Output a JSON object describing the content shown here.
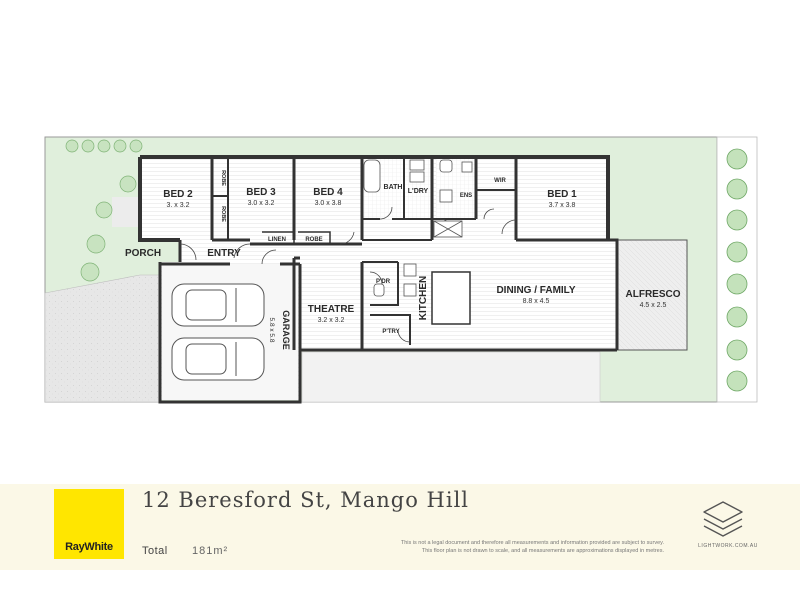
{
  "rooms": {
    "bed2": {
      "name": "BED 2",
      "size": "3. x 3.2"
    },
    "bed3": {
      "name": "BED 3",
      "size": "3.0 x 3.2"
    },
    "bed4": {
      "name": "BED 4",
      "size": "3.0 x 3.8"
    },
    "bed1": {
      "name": "BED 1",
      "size": "3.7 x 3.8"
    },
    "theatre": {
      "name": "THEATRE",
      "size": "3.2 x 3.2"
    },
    "dining": {
      "name": "DINING / FAMILY",
      "size": "8.8 x 4.5"
    },
    "alfresco": {
      "name": "ALFRESCO",
      "size": "4.5 x 2.5"
    },
    "garage": {
      "name": "GARAGE",
      "size": "5.8 x 5.8"
    },
    "porch": {
      "name": "PORCH"
    },
    "entry": {
      "name": "ENTRY"
    },
    "kitchen": {
      "name": "KITCHEN"
    },
    "bath": {
      "name": "BATH"
    },
    "laundry": {
      "name": "L'DRY"
    },
    "ensuite": {
      "name": "ENS"
    },
    "wir": {
      "name": "WIR"
    },
    "linen": {
      "name": "LINEN"
    },
    "robe_hall": {
      "name": "ROBE"
    },
    "robe_bed2": {
      "name": "ROBE"
    },
    "robe_bed3": {
      "name": "ROBE"
    },
    "powder": {
      "name": "P'DR"
    },
    "pantry": {
      "name": "P'TRY"
    }
  },
  "footer": {
    "address": "12 Beresford St, Mango Hill",
    "total_label": "Total",
    "total_value": "181m²",
    "disclaimer_line1": "This is not a legal document and therefore all measurements and information provided are subject to survey.",
    "disclaimer_line2": "This floor plan is not drawn to scale, and all measurements are approximations displayed in metres.",
    "agency_logo_text": "RayWhite",
    "brand_text": "LIGHTWORK.COM.AU"
  },
  "icons": [
    "car-icon",
    "tree-icon",
    "shrub-icon",
    "layers-icon"
  ],
  "colors": {
    "wall": "#333333",
    "lawn": "#dfeedd",
    "concrete": "#e4e4e4",
    "footer_bg": "#fbf8e7",
    "logo": "#ffe600"
  }
}
